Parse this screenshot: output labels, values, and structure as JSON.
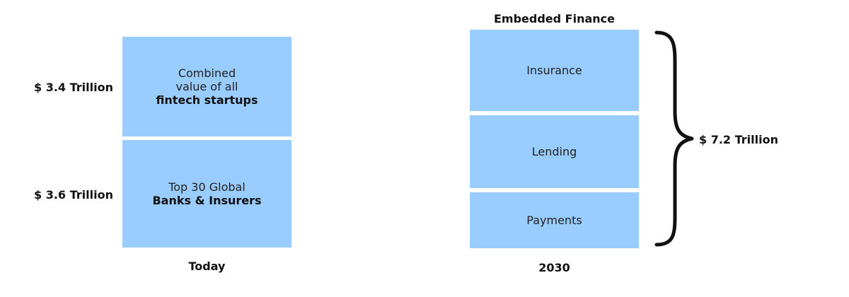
{
  "chart_data": {
    "type": "stacked_bar",
    "categories": [
      "Today",
      "2030"
    ],
    "title_2030": "Embedded Finance",
    "today": {
      "segments": [
        {
          "label_line1": "Combined",
          "label_line2": "value of all",
          "label_bold": "fintech startups",
          "value_label": "$ 3.4 Trillion",
          "value": 3.4
        },
        {
          "label_line1": "Top 30 Global",
          "label_bold": "Banks & Insurers",
          "value_label": "$ 3.6 Trillion",
          "value": 3.6
        }
      ]
    },
    "y2030": {
      "segments": [
        {
          "label": "Insurance"
        },
        {
          "label": "Lending"
        },
        {
          "label": "Payments"
        }
      ],
      "total_label": "$ 7.2 Trillion",
      "total": 7.2
    },
    "colors": {
      "bar": "#99ccff",
      "text": "#111111"
    }
  }
}
